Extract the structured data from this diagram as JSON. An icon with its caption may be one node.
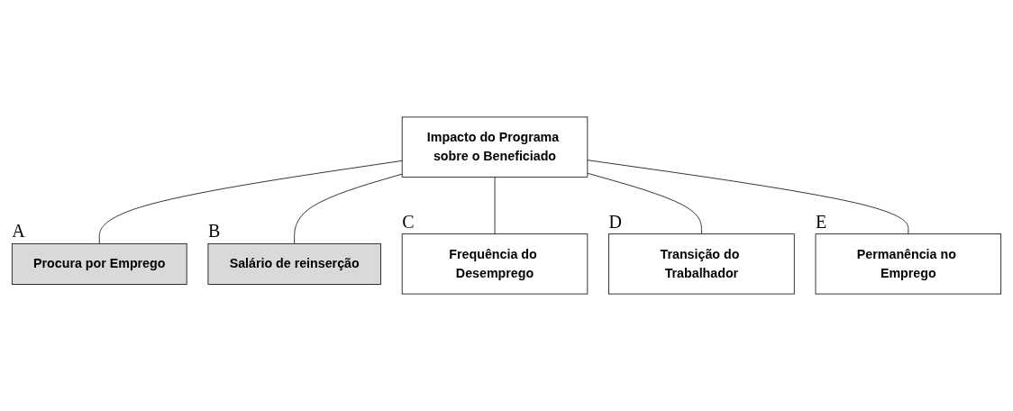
{
  "diagram": {
    "nodes": [
      {
        "text": [
          "Impacto do Programa sobre o Beneficiado"
        ]
      },
      {
        "text": [
          "Procura por Emprego"
        ],
        "beside": [
          "A"
        ]
      },
      {
        "text": [
          "Salário de reinserção"
        ],
        "beside": [
          "B"
        ]
      },
      {
        "text": [
          "Frequência do Desemprego"
        ],
        "beside": [
          "C"
        ]
      },
      {
        "text": [
          "Transição do Trabalhador"
        ],
        "beside": [
          "D"
        ]
      },
      {
        "text": [
          "Permanência no Emprego"
        ],
        "beside": [
          "E"
        ]
      }
    ],
    "edges": [
      {
        "from": 0,
        "to": 1,
        "arrow": "none"
      },
      {
        "from": 0,
        "to": 2,
        "arrow": "none"
      },
      {
        "from": 0,
        "to": 3,
        "arrow": "none"
      },
      {
        "from": 0,
        "to": 4,
        "arrow": "none"
      },
      {
        "from": 0,
        "to": 5,
        "arrow": "none"
      }
    ]
  }
}
